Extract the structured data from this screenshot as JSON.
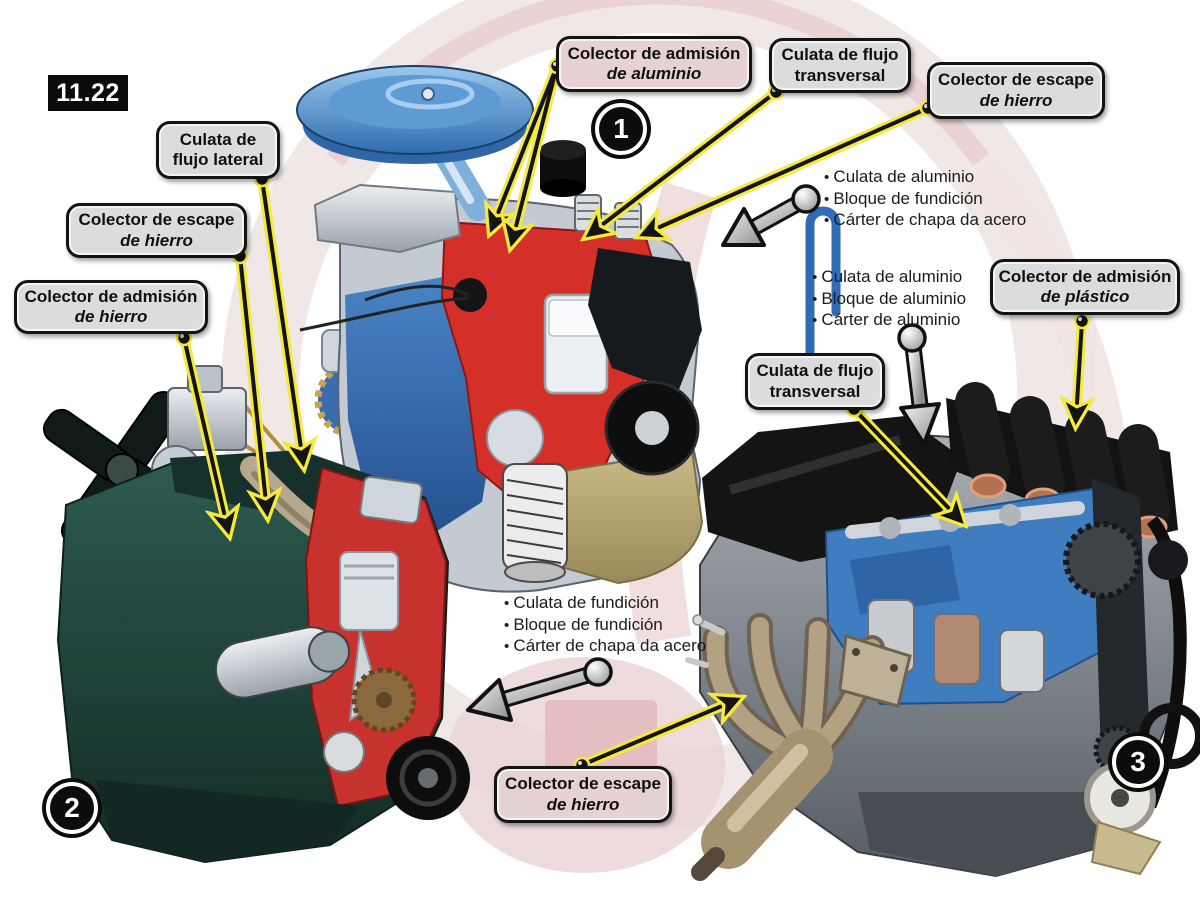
{
  "figure_label": "11.22",
  "badges": [
    "1",
    "2",
    "3"
  ],
  "callouts": [
    {
      "line1": "Culata de",
      "line2": "flujo lateral"
    },
    {
      "line1": "Colector de escape",
      "line2": "de hierro"
    },
    {
      "line1": "Colector de admisión",
      "line2": "de hierro"
    },
    {
      "line1": "Colector de admisión",
      "line2": "de aluminio"
    },
    {
      "line1": "Culata de flujo",
      "line2": "transversal"
    },
    {
      "line1": "Colector de escape",
      "line2": "de hierro"
    },
    {
      "line1": "Colector de admisión",
      "line2": "de plástico"
    },
    {
      "line1": "Culata de flujo",
      "line2": "transversal"
    },
    {
      "line1": "Colector de escape",
      "line2": "de hierro"
    }
  ],
  "specs": [
    {
      "items": [
        "Culata de aluminio",
        "Bloque de fundición",
        "Cárter de chapa da acero"
      ]
    },
    {
      "items": [
        "Culata de aluminio",
        "Bloque de aluminio",
        "Cárter de aluminio"
      ]
    },
    {
      "items": [
        "Culata de fundición",
        "Bloque de fundición",
        "Cárter de chapa da acero"
      ]
    }
  ],
  "colors": {
    "connector_yellow": "#f5e93c",
    "connector_black": "#141414",
    "callout_gray": "#dcdcdc",
    "callout_pink": "#e6d1d3",
    "cutaway_red": "#d43029",
    "engine1_blue": "#2f64ae",
    "engine2_teal": "#22443c",
    "engine3_blue": "#3f7dc0"
  }
}
